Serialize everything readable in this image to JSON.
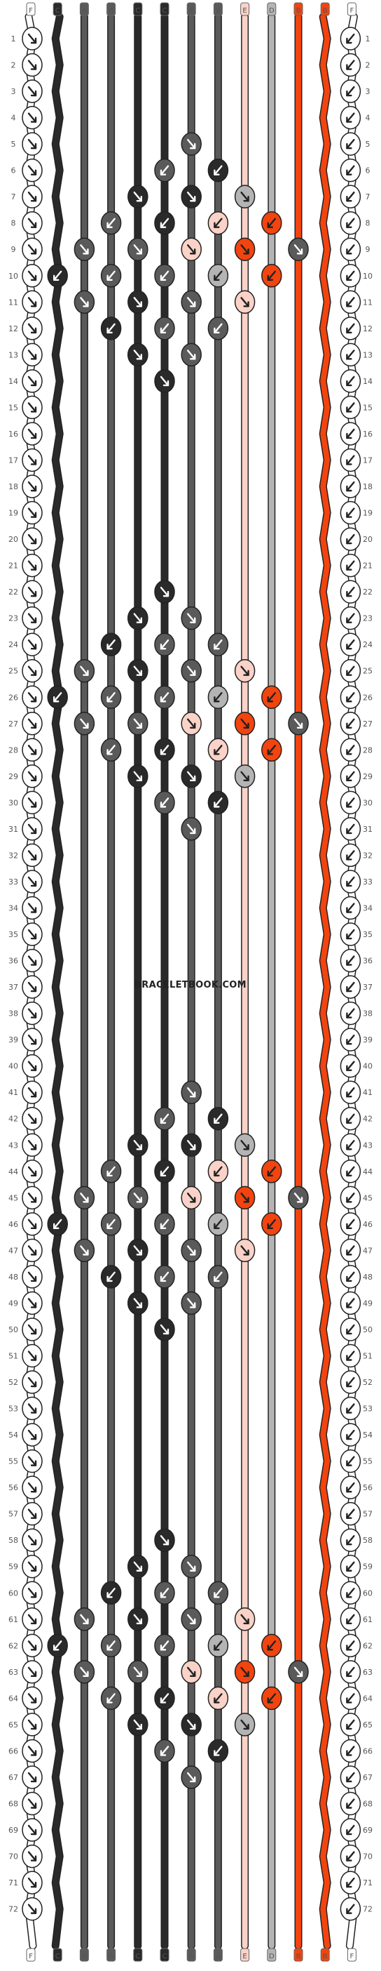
{
  "watermark": "BRACELETBOOK.COM",
  "colors": {
    "A": "#5a5a5a",
    "B": "#f2440f",
    "C": "#2a2a2a",
    "D": "#b4b4b4",
    "E": "#fad2c8",
    "F": "#ffffff"
  },
  "string_columns": [
    "F",
    "C",
    "A",
    "A",
    "C",
    "C",
    "A",
    "A",
    "E",
    "D",
    "B",
    "B",
    "F"
  ],
  "string_columns_bottom": [
    "F",
    "C",
    "A",
    "A",
    "C",
    "C",
    "A",
    "A",
    "E",
    "D",
    "B",
    "B",
    "F"
  ],
  "row_count": 72,
  "row_numbers_left": [
    "1",
    "2",
    "3",
    "4",
    "5",
    "6",
    "7",
    "8",
    "9",
    "10",
    "11",
    "12",
    "13",
    "14",
    "15",
    "16",
    "17",
    "18",
    "19",
    "20",
    "21",
    "22",
    "23",
    "24",
    "25",
    "26",
    "27",
    "28",
    "29",
    "30",
    "31",
    "32",
    "33",
    "34",
    "35",
    "36",
    "37",
    "38",
    "39",
    "40",
    "41",
    "42",
    "43",
    "44",
    "45",
    "46",
    "47",
    "48",
    "49",
    "50",
    "51",
    "52",
    "53",
    "54",
    "55",
    "56",
    "57",
    "58",
    "59",
    "60",
    "61",
    "62",
    "63",
    "64",
    "65",
    "66",
    "67",
    "68",
    "69",
    "70",
    "71",
    "72"
  ],
  "row_numbers_right": [
    "1",
    "2",
    "3",
    "4",
    "5",
    "6",
    "7",
    "8",
    "9",
    "10",
    "11",
    "12",
    "13",
    "14",
    "15",
    "16",
    "17",
    "18",
    "19",
    "20",
    "21",
    "22",
    "23",
    "24",
    "25",
    "26",
    "27",
    "28",
    "29",
    "30",
    "31",
    "32",
    "33",
    "34",
    "35",
    "36",
    "37",
    "38",
    "39",
    "40",
    "41",
    "42",
    "43",
    "44",
    "45",
    "46",
    "47",
    "48",
    "49",
    "50",
    "51",
    "52",
    "53",
    "54",
    "55",
    "56",
    "57",
    "58",
    "59",
    "60",
    "61",
    "62",
    "63",
    "64",
    "65",
    "66",
    "67",
    "68",
    "69",
    "70",
    "71",
    "72"
  ]
}
